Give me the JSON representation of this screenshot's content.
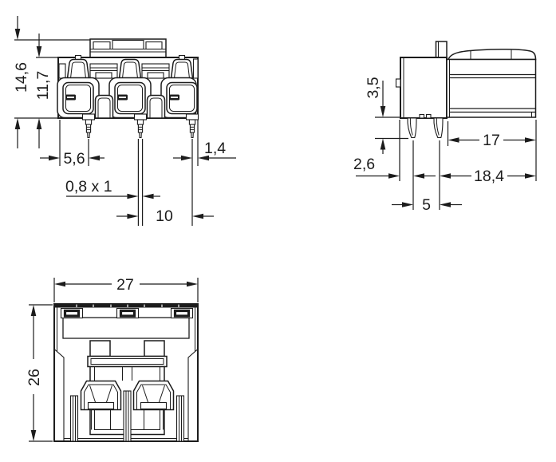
{
  "drawing": {
    "line_color": "#1c1c1c",
    "recess_color": "#8d8d8d",
    "slot_color": "#1c1c1c",
    "views": {
      "front": {
        "poles": 3,
        "dims": {
          "total_height": "14,6",
          "housing_height": "11,7",
          "pin_inset_left": "5,6",
          "pin_cross_section": "0,8 x 1",
          "pin_pitch": "10",
          "pin_inset_right": "1,4"
        }
      },
      "side": {
        "dims": {
          "pin_length": "3,5",
          "face_to_pin": "2,6",
          "housing_depth": "17",
          "overall_depth": "18,4",
          "pin_row_pitch": "5"
        }
      },
      "plan": {
        "dims": {
          "overall_width": "27",
          "overall_depth": "26"
        }
      }
    }
  }
}
